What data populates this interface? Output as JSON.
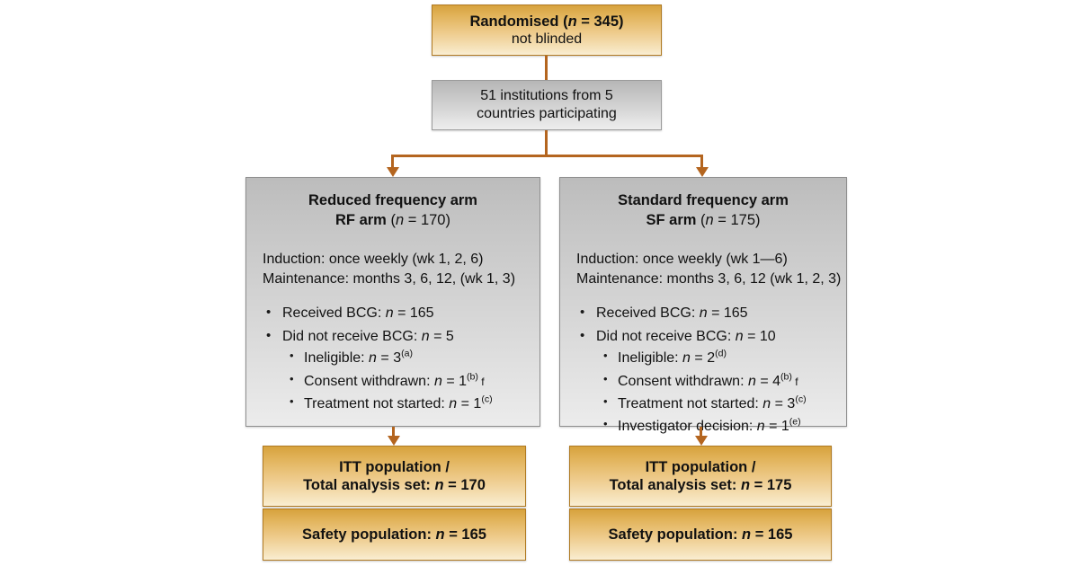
{
  "diagram": {
    "title": "CONSORT participant flow diagram",
    "accent_color": "#b4651f",
    "gold_color": "#d7a23d",
    "grey_color": "#bcbcbc"
  },
  "randomised_box": {
    "line1_label": "Randomised (",
    "line1_italic_n": "n",
    "line1_value": " = 345)",
    "line2": "not blinded"
  },
  "institutions_box": {
    "line1": "51 institutions from 5",
    "line2": "countries participating"
  },
  "arms": [
    {
      "id": "rf",
      "head_line1": "Reduced frequency arm",
      "head_line2_bold": "RF arm",
      "head_line2_n": "n",
      "head_line2_value": " = 170)",
      "induction": "Induction: once weekly (wk 1, 2, 6)",
      "maintenance": "Maintenance: months 3, 6, 12, (wk 1, 3)",
      "bullets": [
        {
          "label": "Received BCG: ",
          "n": "n",
          "value": " = 165",
          "sup": "",
          "trail": ""
        },
        {
          "label": "Did not receive BCG: ",
          "n": "n",
          "value": " = 5",
          "sup": "",
          "trail": ""
        }
      ],
      "sub_bullets": [
        {
          "label": "Ineligible: ",
          "n": "n",
          "value": " = 3",
          "sup": "(a)",
          "trail": ""
        },
        {
          "label": "Consent withdrawn: ",
          "n": "n",
          "value": " = 1",
          "sup": "(b)",
          "trail": " f"
        },
        {
          "label": "Treatment not started: ",
          "n": "n",
          "value": " = 1",
          "sup": "(c)",
          "trail": ""
        }
      ],
      "itt_line1": "ITT population /",
      "itt_line2_label": "Total analysis set: ",
      "itt_line2_n": "n",
      "itt_line2_value": " = 170",
      "safety_label": "Safety population: ",
      "safety_n": "n",
      "safety_value": " = 165"
    },
    {
      "id": "sf",
      "head_line1": "Standard frequency arm",
      "head_line2_bold": "SF arm",
      "head_line2_n": "n",
      "head_line2_value": " = 175)",
      "induction": "Induction: once weekly (wk 1—6)",
      "maintenance": "Maintenance: months 3, 6, 12 (wk 1, 2, 3)",
      "bullets": [
        {
          "label": "Received BCG: ",
          "n": "n",
          "value": " = 165",
          "sup": "",
          "trail": ""
        },
        {
          "label": "Did not receive BCG: ",
          "n": "n",
          "value": " = 10",
          "sup": "",
          "trail": ""
        }
      ],
      "sub_bullets": [
        {
          "label": "Ineligible: ",
          "n": "n",
          "value": " = 2",
          "sup": "(d)",
          "trail": ""
        },
        {
          "label": "Consent withdrawn: ",
          "n": "n",
          "value": " = 4",
          "sup": "(b)",
          "trail": " f"
        },
        {
          "label": "Treatment not started: ",
          "n": "n",
          "value": " = 3",
          "sup": "(c)",
          "trail": ""
        },
        {
          "label": "Investigator decision: ",
          "n": "n",
          "value": " = 1",
          "sup": "(e)",
          "trail": ""
        }
      ],
      "itt_line1": "ITT population /",
      "itt_line2_label": "Total analysis set: ",
      "itt_line2_n": "n",
      "itt_line2_value": " = 175",
      "safety_label": "Safety population: ",
      "safety_n": "n",
      "safety_value": " = 165"
    }
  ]
}
